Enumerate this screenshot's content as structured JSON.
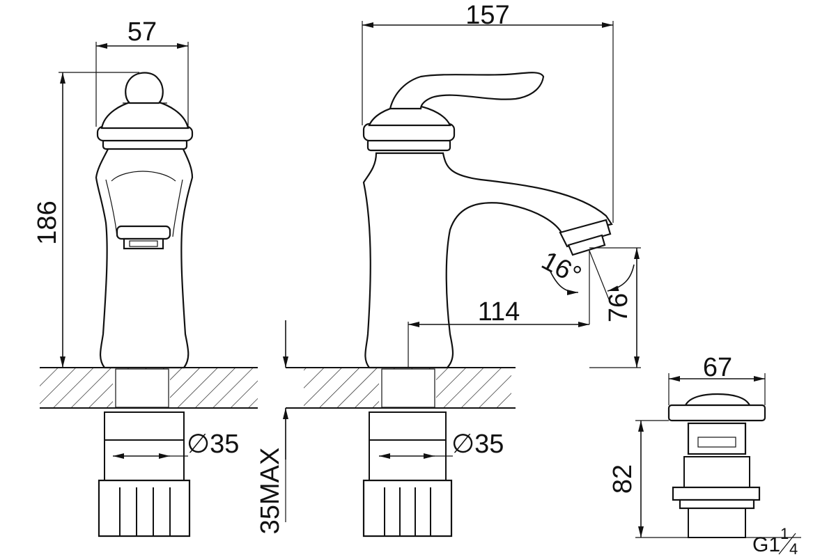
{
  "dimensions": {
    "handle_width": "57",
    "overall_length": "157",
    "overall_height": "186",
    "spout_reach": "114",
    "spout_height": "76",
    "spray_angle": "16°",
    "shank_diameter_left": "∅35",
    "shank_diameter_right": "∅35",
    "max_deck_thickness": "35MAX",
    "drain_width": "67",
    "drain_height": "82",
    "drain_thread": "G1",
    "drain_thread_fraction_num": "1",
    "drain_thread_fraction_den": "4"
  },
  "colors": {
    "line": "#111111",
    "background": "#ffffff"
  }
}
